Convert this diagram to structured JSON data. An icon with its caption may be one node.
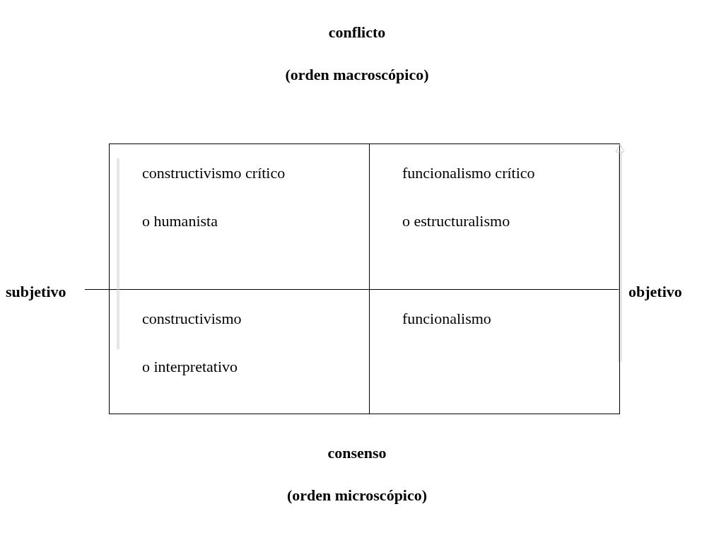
{
  "diagram": {
    "labels": [
      "conflicto",
      "(orden macroscópico)",
      "constructivismo crítico o humanista",
      "funcionalismo crítico o estructuralismo",
      "subjetivo",
      "objetivo",
      "constructivismo o interpretativo",
      "funcionalismo",
      "consenso",
      "(orden microscópico)"
    ]
  }
}
